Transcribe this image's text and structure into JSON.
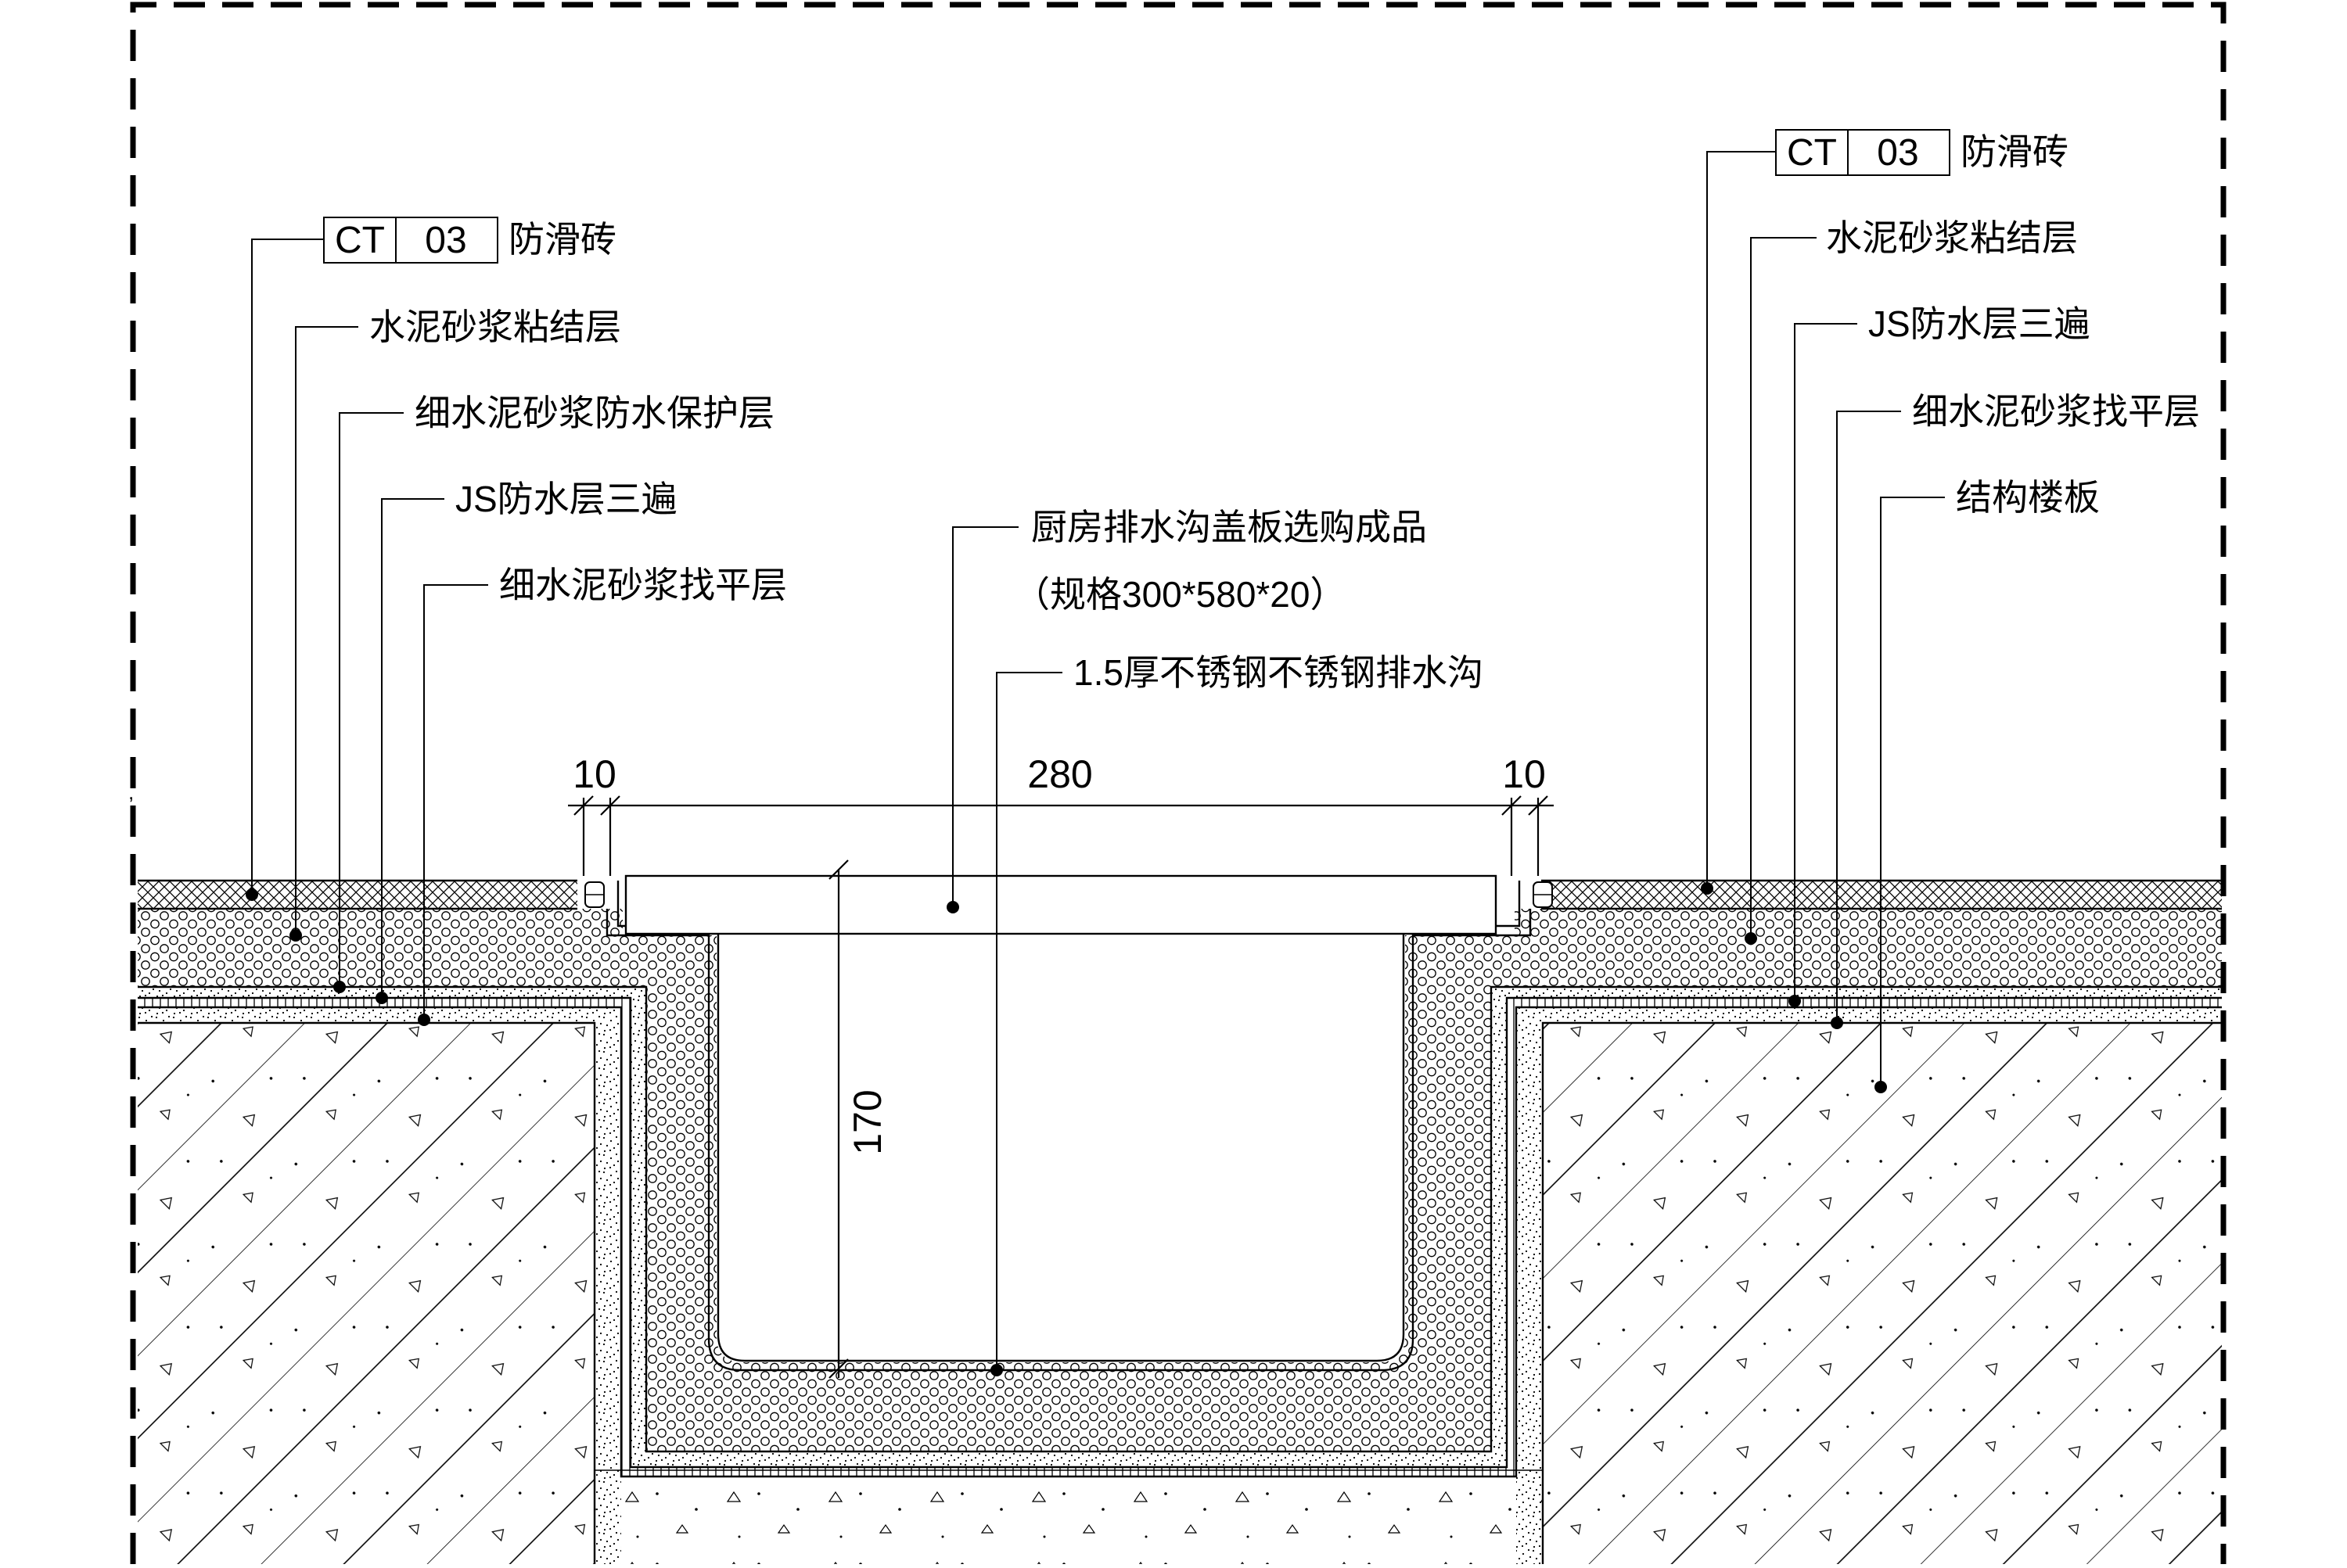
{
  "tag_code": "CT",
  "tag_number": "03",
  "left_labels": [
    "防滑砖",
    "水泥砂浆粘结层",
    "细水泥砂浆防水保护层",
    "JS防水层三遍",
    "细水泥砂浆找平层"
  ],
  "right_labels": [
    "防滑砖",
    "水泥砂浆粘结层",
    "JS防水层三遍",
    "细水泥砂浆找平层",
    "结构楼板"
  ],
  "center_labels": [
    "厨房排水沟盖板选购成品",
    "（规格300*580*20）",
    "1.5厚不锈钢不锈钢排水沟"
  ],
  "dimensions": {
    "left_gap": "10",
    "cover_width": "280",
    "right_gap": "10",
    "trench_depth": "170"
  }
}
